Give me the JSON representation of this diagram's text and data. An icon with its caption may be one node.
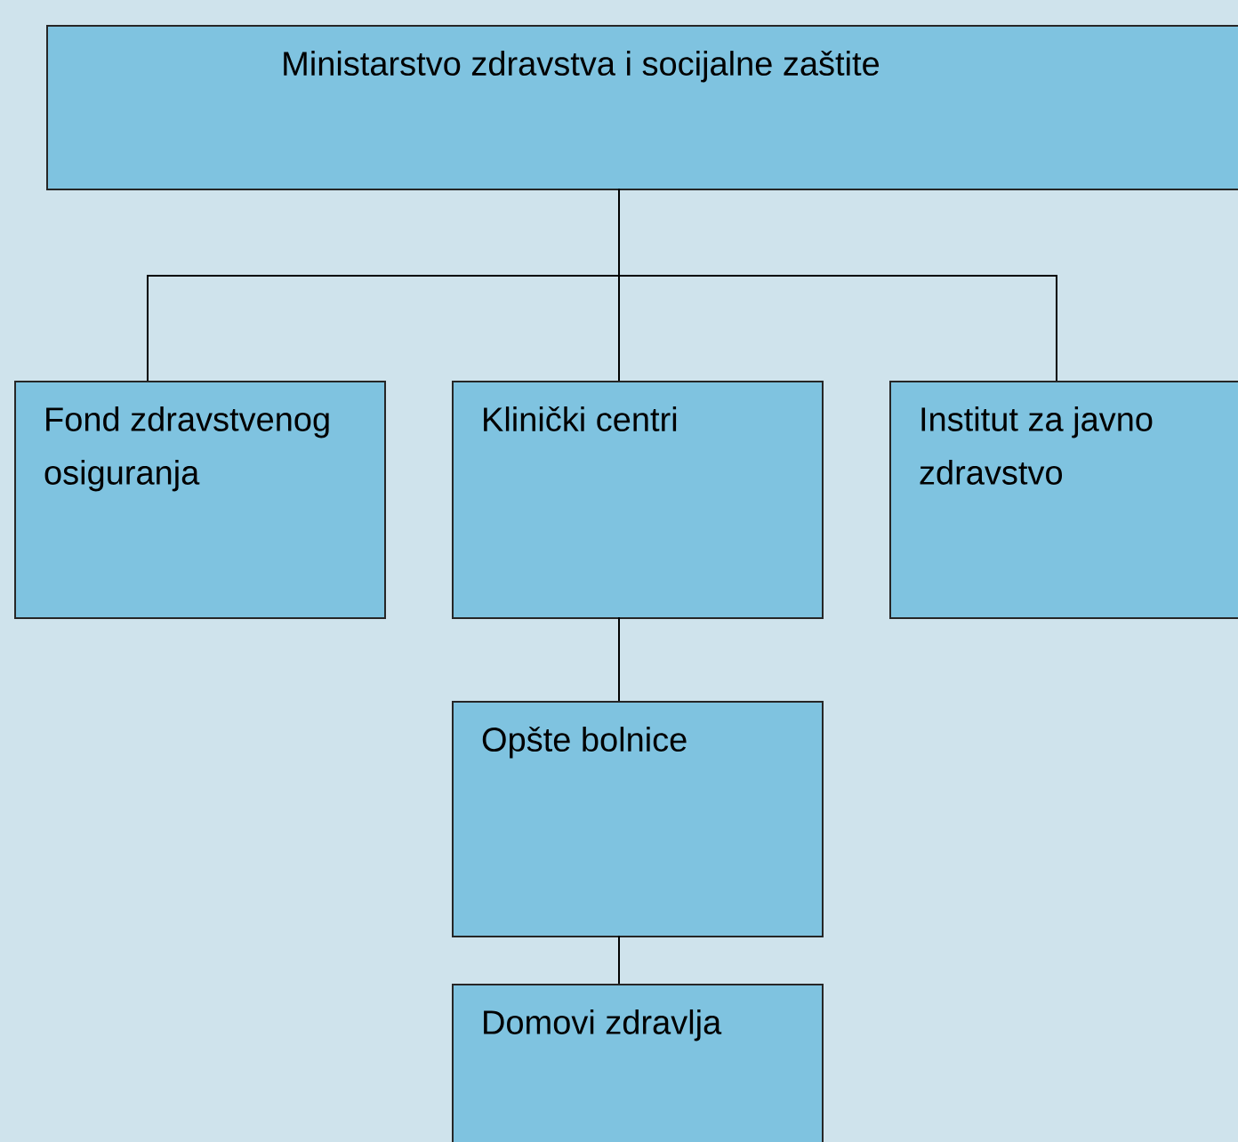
{
  "diagram": {
    "nodes": [
      {
        "text": [
          "Ministarstvo zdravstva i socijalne zaštite"
        ]
      },
      {
        "text": [
          "Fond zdravstvenog osiguranja"
        ]
      },
      {
        "text": [
          "Klinički centri"
        ]
      },
      {
        "text": [
          "Institut za javno zdravstvo"
        ]
      },
      {
        "text": [
          "Opšte bolnice"
        ]
      },
      {
        "text": [
          "Domovi zdravlja"
        ]
      }
    ],
    "edges": [
      {
        "from": 0,
        "to": 1,
        "arrow": "none"
      },
      {
        "from": 0,
        "to": 2,
        "arrow": "none"
      },
      {
        "from": 0,
        "to": 3,
        "arrow": "none"
      },
      {
        "from": 2,
        "to": 4,
        "arrow": "none"
      },
      {
        "from": 4,
        "to": 5,
        "arrow": "none"
      }
    ]
  }
}
